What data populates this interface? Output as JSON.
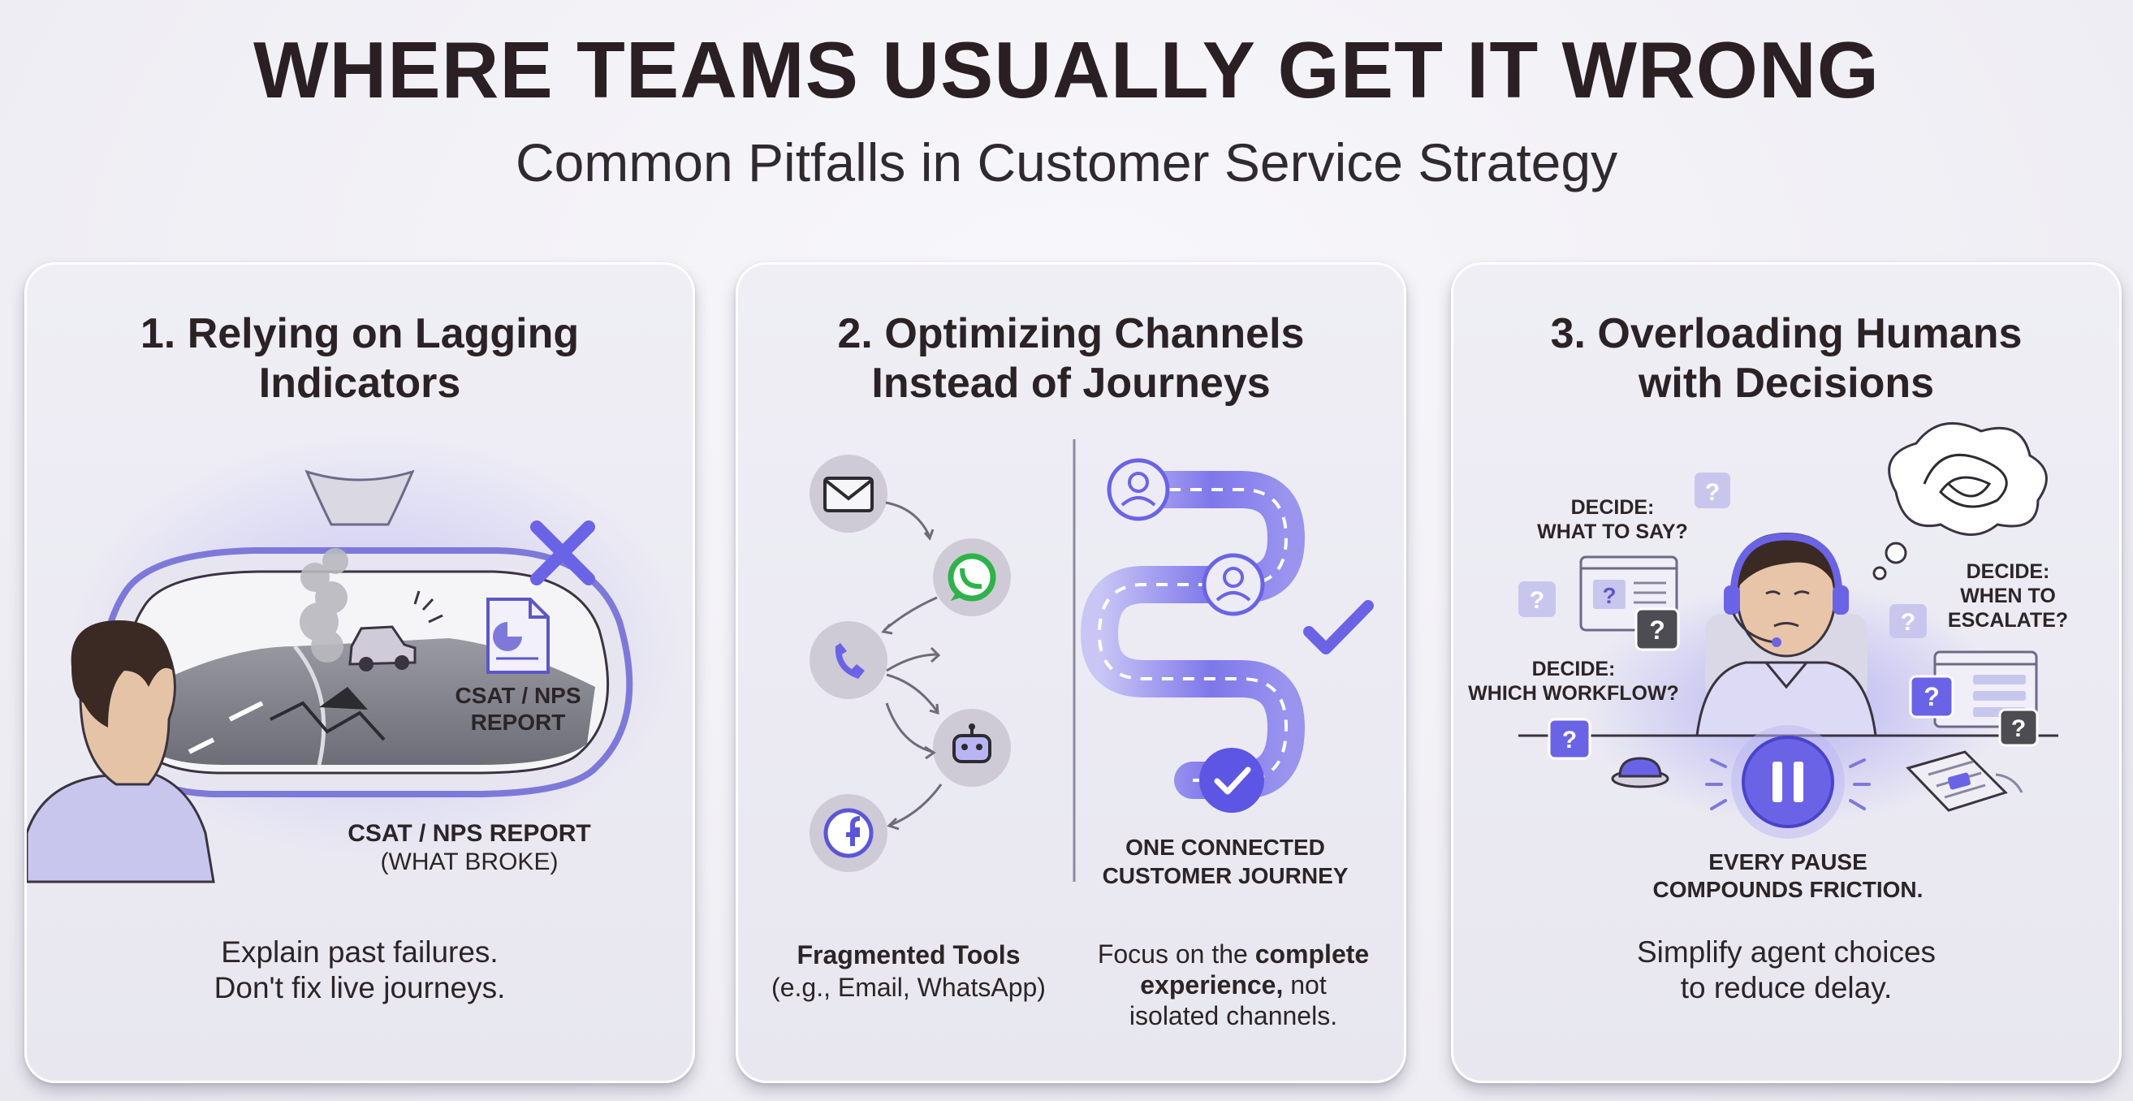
{
  "header": {
    "title": "WHERE TEAMS USUALLY GET IT WRONG",
    "subtitle": "Common Pitfalls in Customer Service Strategy"
  },
  "cards": [
    {
      "title_lines": [
        "1. Relying on Lagging",
        "Indicators"
      ],
      "mirror_report_label": [
        "CSAT / NPS",
        "REPORT"
      ],
      "report_label": "CSAT / NPS REPORT",
      "report_sublabel": "(WHAT BROKE)",
      "caption_lines": [
        "Explain past failures.",
        "Don't fix live journeys."
      ],
      "icons": [
        "person-head-icon",
        "rear-view-mirror-icon",
        "x-mark-icon",
        "document-chart-icon",
        "car-icon",
        "smoke-icon"
      ]
    },
    {
      "title_lines": [
        "2. Optimizing Channels",
        "Instead of Journeys"
      ],
      "journey_label": [
        "ONE CONNECTED",
        "CUSTOMER JOURNEY"
      ],
      "left_caption_bold": "Fragmented Tools",
      "left_caption_normal": "(e.g., Email, WhatsApp)",
      "right_caption_parts": [
        "Focus on the ",
        "complete",
        "experience,",
        " not",
        "isolated channels."
      ],
      "icons": [
        "email-icon",
        "whatsapp-icon",
        "phone-icon",
        "robot-icon",
        "facebook-icon",
        "user-icon",
        "checkmark-icon"
      ]
    },
    {
      "title_lines": [
        "3. Overloading Humans",
        "with Decisions"
      ],
      "decide_say": [
        "DECIDE:",
        "WHAT TO SAY?"
      ],
      "decide_escalate": [
        "DECIDE:",
        "WHEN TO",
        "ESCALATE?"
      ],
      "decide_workflow": [
        "DECIDE:",
        "WHICH WORKFLOW?"
      ],
      "pause_label": [
        "EVERY PAUSE",
        "COMPOUNDS FRICTION."
      ],
      "caption_lines": [
        "Simplify agent choices",
        "to reduce delay."
      ],
      "question_mark": "?",
      "icons": [
        "agent-with-headset-icon",
        "thought-bubble-icon",
        "pause-icon",
        "question-icon",
        "browser-window-icon",
        "call-bell-icon",
        "keyboard-icon"
      ]
    }
  ],
  "colors": {
    "accent": "#6b63e6",
    "accent_light": "#b9b5f3",
    "text_dark": "#2a1f22",
    "card_bg": "#ecebf3"
  }
}
